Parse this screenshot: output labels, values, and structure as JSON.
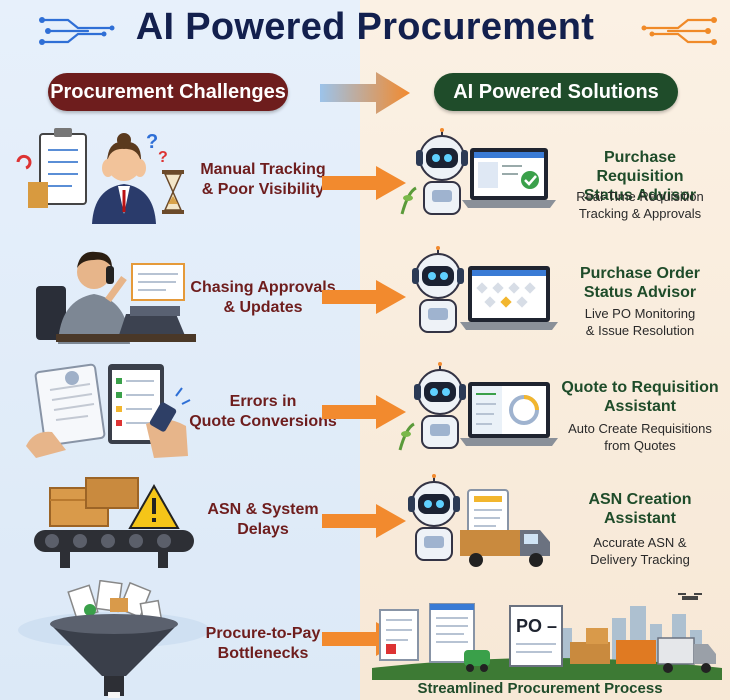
{
  "title": "AI Powered Procurement",
  "headers": {
    "left": "Procurement Challenges",
    "right": "AI Powered Solutions"
  },
  "rows": [
    {
      "challenge": [
        "Manual Tracking",
        "& Poor Visibility"
      ],
      "solution_title": [
        "Purchase Requisition",
        "Status Advisor"
      ],
      "solution_desc": [
        "Real-Time Requisition",
        "Tracking & Approvals"
      ]
    },
    {
      "challenge": [
        "Chasing Approvals",
        "& Updates"
      ],
      "solution_title": [
        "Purchase Order",
        "Status Advisor"
      ],
      "solution_desc": [
        "Live PO Monitoring",
        "& Issue Resolution"
      ]
    },
    {
      "challenge": [
        "Errors in",
        "Quote Conversions"
      ],
      "solution_title": [
        "Quote to Requisition",
        "Assistant"
      ],
      "solution_desc": [
        "Auto Create Requisitions",
        "from Quotes"
      ]
    },
    {
      "challenge": [
        "ASN & System",
        "Delays"
      ],
      "solution_title": [
        "ASN Creation",
        "Assistant"
      ],
      "solution_desc": [
        "Accurate ASN &",
        "Delivery Tracking"
      ]
    },
    {
      "challenge": [
        "Procure-to-Pay",
        "Bottlenecks"
      ],
      "solution_title": [],
      "solution_desc": []
    }
  ],
  "po_label": "PO –",
  "footer": "Streamlined Procurement Process",
  "colors": {
    "title": "#13204e",
    "challenge_red": "#6e1d1d",
    "solution_green": "#1f4c2a",
    "arrow_orange": "#f28a2e",
    "bg_left": "#e7f0fb",
    "bg_right": "#fbf1e4"
  }
}
